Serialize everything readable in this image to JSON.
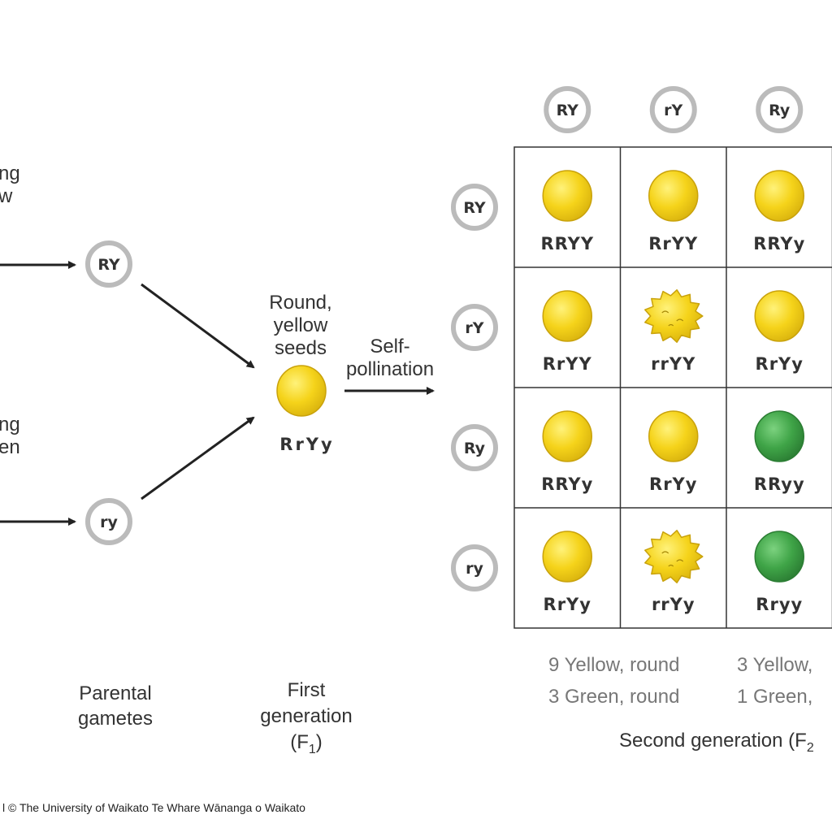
{
  "parents": {
    "top_label_lines": [
      "ng",
      "w"
    ],
    "bottom_label_lines": [
      "ng",
      "en"
    ]
  },
  "parental_gametes": {
    "top": "RY",
    "bottom": "ry",
    "label_lines": [
      "Parental",
      "gametes"
    ]
  },
  "f1": {
    "seed_label_lines": [
      "Round,",
      "yellow",
      "seeds"
    ],
    "genotype": "RrYy",
    "label_lines": [
      "First",
      "generation"
    ],
    "label_paren": "(F",
    "label_sub": "1",
    "label_close": ")"
  },
  "self_pollination_lines": [
    "Self-",
    "pollination"
  ],
  "punnett": {
    "col_gametes": [
      "RY",
      "rY",
      "Ry"
    ],
    "row_gametes": [
      "RY",
      "rY",
      "Ry",
      "ry"
    ],
    "cells": [
      [
        {
          "genotype": "RRYY",
          "phenotype": "yellow-round"
        },
        {
          "genotype": "RrYY",
          "phenotype": "yellow-round"
        },
        {
          "genotype": "RRYy",
          "phenotype": "yellow-round"
        }
      ],
      [
        {
          "genotype": "RrYY",
          "phenotype": "yellow-round"
        },
        {
          "genotype": "rrYY",
          "phenotype": "yellow-wrinkled"
        },
        {
          "genotype": "RrYy",
          "phenotype": "yellow-round"
        }
      ],
      [
        {
          "genotype": "RRYy",
          "phenotype": "yellow-round"
        },
        {
          "genotype": "RrYy",
          "phenotype": "yellow-round"
        },
        {
          "genotype": "RRyy",
          "phenotype": "green-round"
        }
      ],
      [
        {
          "genotype": "RrYy",
          "phenotype": "yellow-round"
        },
        {
          "genotype": "rrYy",
          "phenotype": "yellow-wrinkled"
        },
        {
          "genotype": "Rryy",
          "phenotype": "green-round"
        }
      ]
    ]
  },
  "ratios": {
    "left": [
      "9 Yellow, round",
      "3 Green, round"
    ],
    "right": [
      "3 Yellow, ",
      "1 Green, "
    ]
  },
  "f2": {
    "label": "Second generation (F",
    "label_sub": "2"
  },
  "credit": "l © The University of Waikato Te Whare Wānanga o Waikato",
  "colors": {
    "yellow_seed": "#f5d31a",
    "green_seed": "#3fa447",
    "gamete_ring": "#bbbbbb",
    "grid": "#333333",
    "arrow": "#222222"
  }
}
